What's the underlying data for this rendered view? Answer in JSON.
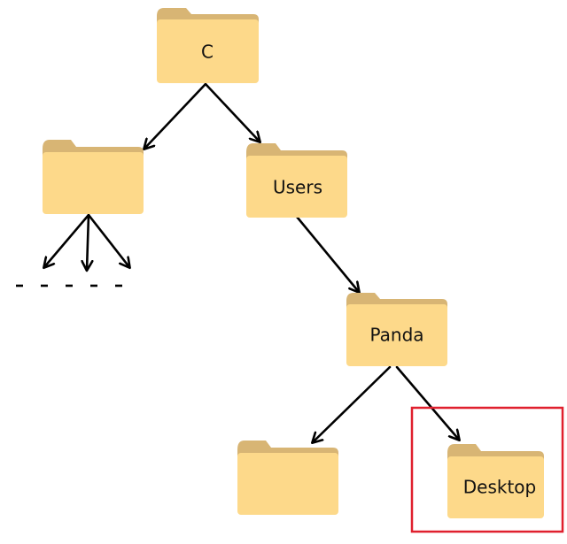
{
  "diagram": {
    "folders": {
      "root": {
        "label": "C"
      },
      "left_child": {
        "label": ""
      },
      "users": {
        "label": "Users"
      },
      "panda": {
        "label": "Panda"
      },
      "panda_left_child": {
        "label": ""
      },
      "desktop": {
        "label": "Desktop"
      }
    },
    "colors": {
      "folder_body": "#FDD98A",
      "folder_tab": "#D8B574",
      "arrow": "#000000",
      "highlight": "#E0202E"
    }
  }
}
